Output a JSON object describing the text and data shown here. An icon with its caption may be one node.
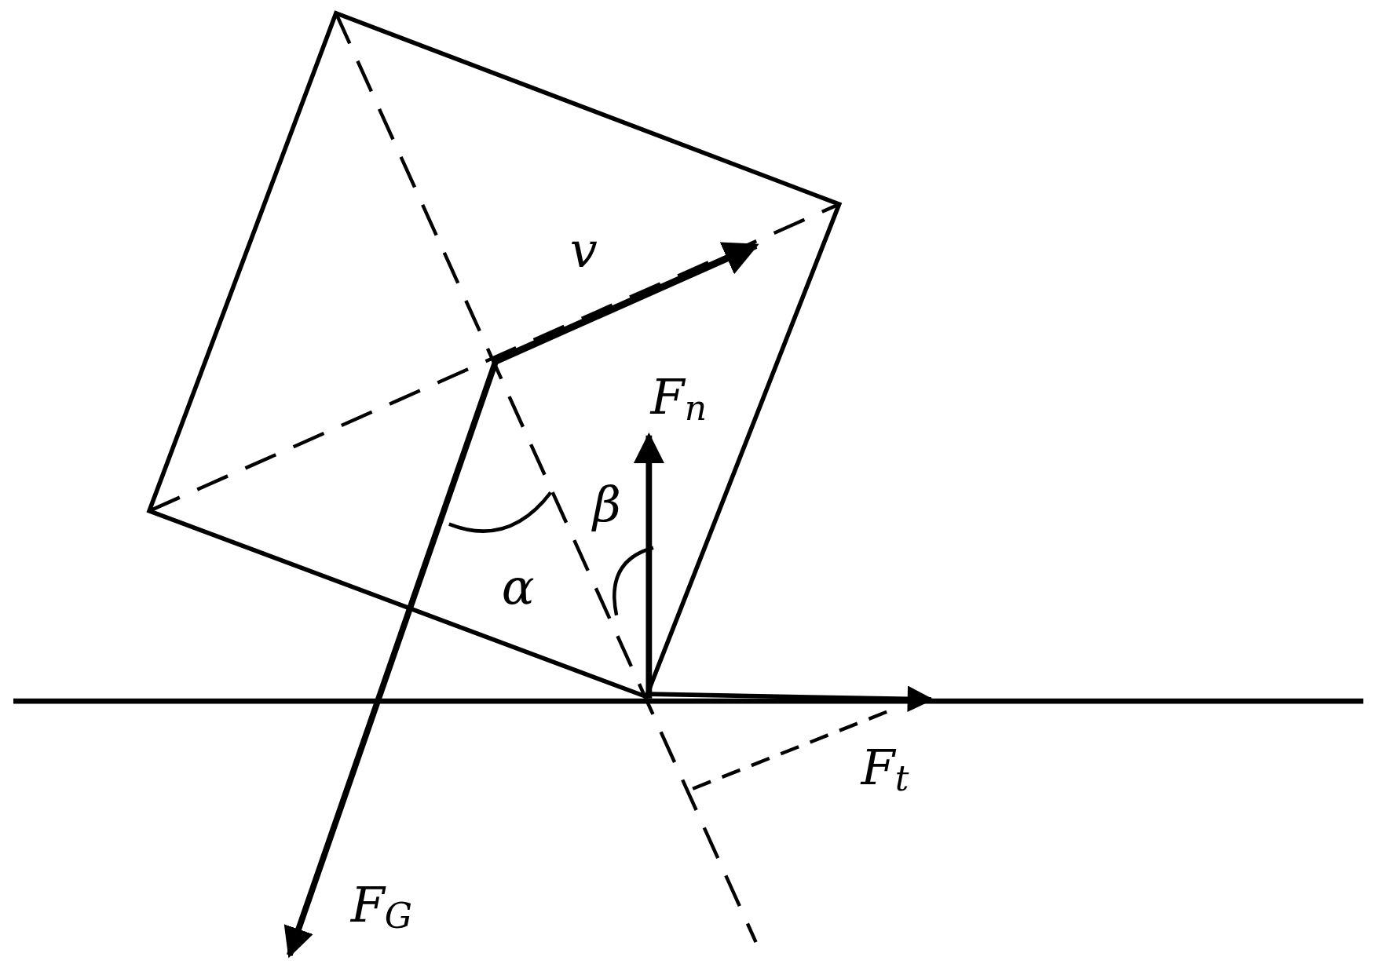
{
  "diagram": {
    "labels": [
      "v",
      "F$_{n}$",
      "β",
      "α",
      "F$_{t}$",
      "F$_{G}$"
    ]
  }
}
